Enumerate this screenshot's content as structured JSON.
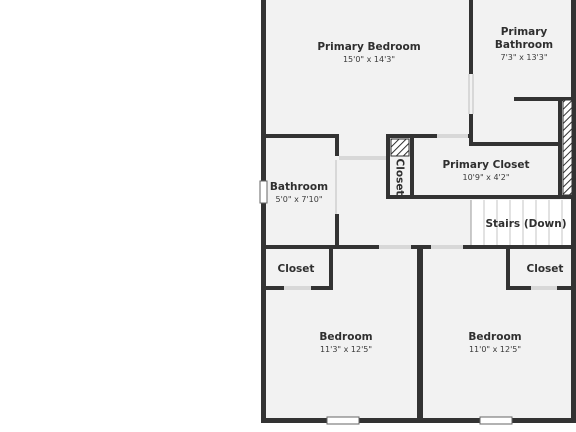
{
  "colors": {
    "wall": "#333333",
    "floor": "#f2f2f2",
    "background": "#ffffff",
    "text": "#2f2f2f"
  },
  "rooms": {
    "primary_bedroom": {
      "name": "Primary Bedroom",
      "dims": "15'0\" x 14'3\""
    },
    "primary_bathroom": {
      "name_line1": "Primary",
      "name_line2": "Bathroom",
      "dims": "7'3\" x 13'3\""
    },
    "primary_closet": {
      "name": "Primary Closet",
      "dims": "10'9\" x 4'2\""
    },
    "hall_closet": {
      "name": "Closet"
    },
    "bathroom": {
      "name": "Bathroom",
      "dims": "5'0\" x 7'10\""
    },
    "stairs": {
      "name": "Stairs (Down)"
    },
    "closet_left": {
      "name": "Closet"
    },
    "closet_right": {
      "name": "Closet"
    },
    "bedroom_left": {
      "name": "Bedroom",
      "dims": "11'3\" x 12'5\""
    },
    "bedroom_right": {
      "name": "Bedroom",
      "dims": "11'0\" x 12'5\""
    }
  }
}
